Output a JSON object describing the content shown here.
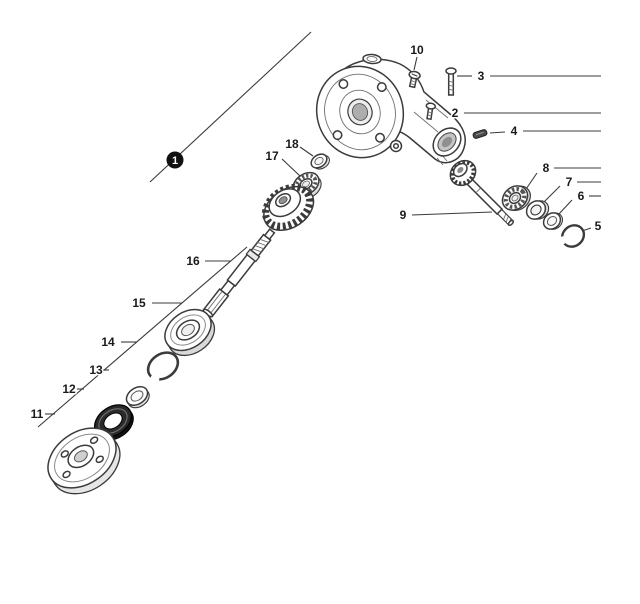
{
  "diagram": {
    "type": "exploded-parts-diagram",
    "subject": "angle-gear-case-assembly",
    "colors": {
      "background": "#ffffff",
      "line": "#3b3b3b",
      "label": "#1a1a1a",
      "marker_fill": "#111111",
      "seal_dark": "#2a2a2a"
    },
    "callouts": [
      {
        "label": "1",
        "part": "gear-case-assembly",
        "marker": "filled-circle"
      },
      {
        "label": "2",
        "part": "screw-small"
      },
      {
        "label": "3",
        "part": "bolt"
      },
      {
        "label": "4",
        "part": "clip-key"
      },
      {
        "label": "5",
        "part": "snap-ring-small"
      },
      {
        "label": "6",
        "part": "washer"
      },
      {
        "label": "7",
        "part": "collar"
      },
      {
        "label": "8",
        "part": "ball-bearing-small"
      },
      {
        "label": "9",
        "part": "pinion-shaft"
      },
      {
        "label": "10",
        "part": "screw-top"
      },
      {
        "label": "11",
        "part": "flange-holder"
      },
      {
        "label": "12",
        "part": "oil-seal"
      },
      {
        "label": "13",
        "part": "spacer-ring"
      },
      {
        "label": "14",
        "part": "snap-ring-large"
      },
      {
        "label": "15",
        "part": "ball-bearing-large"
      },
      {
        "label": "16",
        "part": "drive-shaft"
      },
      {
        "label": "17",
        "part": "ball-bearing-mid"
      },
      {
        "label": "18",
        "part": "washer-small"
      }
    ]
  }
}
